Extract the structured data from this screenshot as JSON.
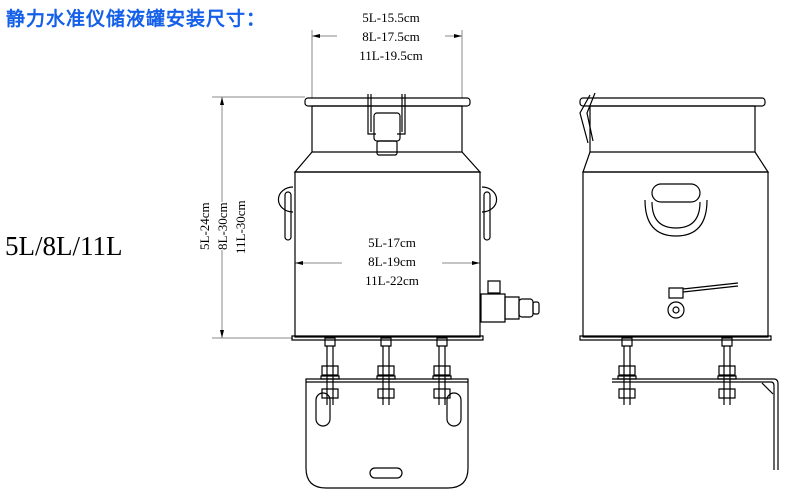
{
  "title": "静力水准仪储液罐安装尺寸：",
  "models": "5L/8L/11L",
  "top_diameter": [
    "5L-15.5cm",
    "8L-17.5cm",
    "11L-19.5cm"
  ],
  "body_diameter": [
    "5L-17cm",
    "8L-19cm",
    "11L-22cm"
  ],
  "height": [
    "5L-24cm",
    "8L-30cm",
    "11L-30cm"
  ],
  "colors": {
    "title": "#1560e8",
    "line": "#000000",
    "dim_line": "#999999"
  }
}
